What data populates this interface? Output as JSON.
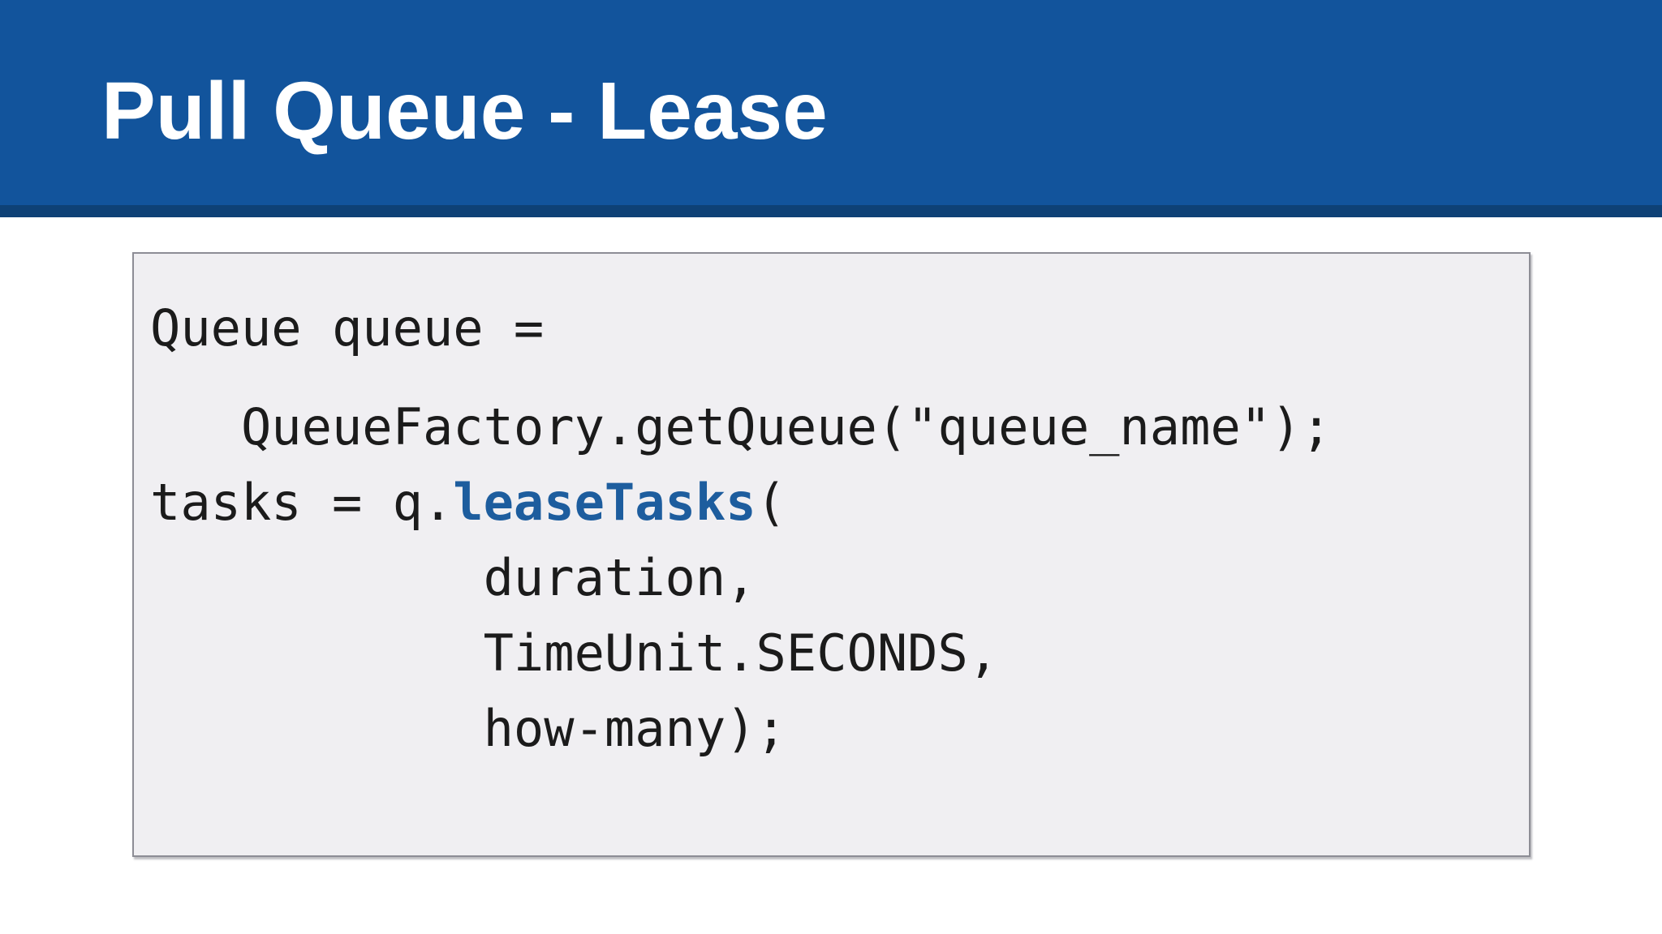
{
  "slide": {
    "title": "Pull Queue - Lease"
  },
  "colors": {
    "header_background": "#12549c",
    "header_accent_strip": "#0e4176",
    "title_text": "#ffffff",
    "code_panel_background": "#f0eff2",
    "code_panel_border": "#8d8d95",
    "code_text": "#1b1b1b",
    "code_keyword": "#1d5d9e"
  },
  "code": {
    "lines": [
      {
        "space_before": false,
        "segments": [
          {
            "style": "plain",
            "text": "Queue queue ="
          }
        ]
      },
      {
        "space_before": true,
        "segments": [
          {
            "style": "plain",
            "text": "   QueueFactory.getQueue(\"queue_name\");"
          }
        ]
      },
      {
        "space_before": false,
        "segments": [
          {
            "style": "plain",
            "text": "tasks = q."
          },
          {
            "style": "keyword",
            "text": "leaseTasks"
          },
          {
            "style": "plain",
            "text": "("
          }
        ]
      },
      {
        "space_before": false,
        "segments": [
          {
            "style": "plain",
            "text": "           duration,"
          }
        ]
      },
      {
        "space_before": false,
        "segments": [
          {
            "style": "plain",
            "text": "           TimeUnit.SECONDS,"
          }
        ]
      },
      {
        "space_before": false,
        "segments": [
          {
            "style": "plain",
            "text": "           how-many);"
          }
        ]
      }
    ]
  }
}
